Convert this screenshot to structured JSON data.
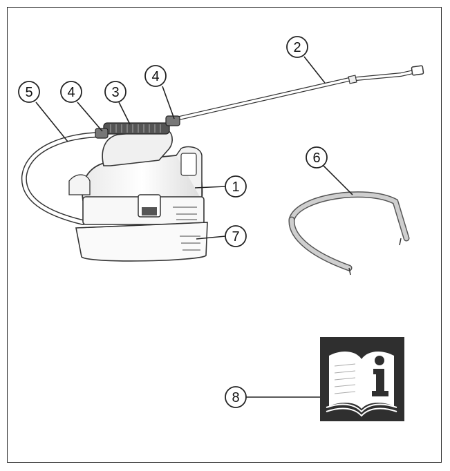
{
  "callouts": [
    {
      "id": "1",
      "text": "1",
      "part": "tank"
    },
    {
      "id": "2",
      "text": "2",
      "part": "spray-lance"
    },
    {
      "id": "3",
      "text": "3",
      "part": "handle-grip"
    },
    {
      "id": "4a",
      "text": "4",
      "part": "connector-rear"
    },
    {
      "id": "4b",
      "text": "4",
      "part": "connector-front"
    },
    {
      "id": "5",
      "text": "5",
      "part": "hose"
    },
    {
      "id": "6",
      "text": "6",
      "part": "shoulder-strap"
    },
    {
      "id": "7",
      "text": "7",
      "part": "battery-base"
    },
    {
      "id": "8",
      "text": "8",
      "part": "manual"
    }
  ],
  "colors": {
    "line": "#222222",
    "manual_bg": "#2f2f2f",
    "manual_book": "#ffffff"
  },
  "icons": {
    "manual": "read-manual-icon"
  }
}
